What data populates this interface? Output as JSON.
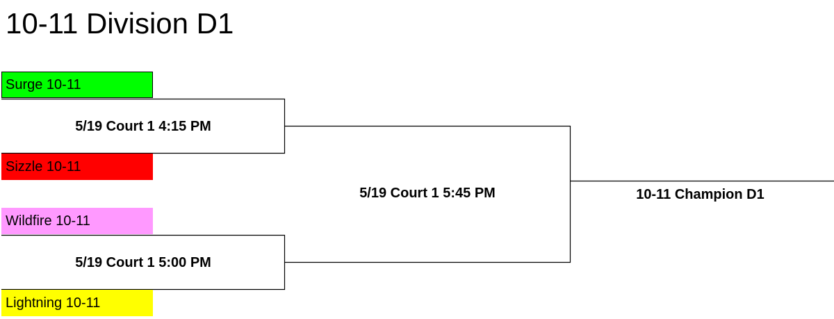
{
  "bracket": {
    "title": "10-11 Division D1",
    "teams": [
      {
        "name": "Surge 10-11",
        "color": "#00ff00"
      },
      {
        "name": "Sizzle 10-11",
        "color": "#ff0000"
      },
      {
        "name": "Wildfire 10-11",
        "color": "#ff99ff"
      },
      {
        "name": "Lightning 10-11",
        "color": "#ffff00"
      }
    ],
    "games": {
      "semifinal_1": "5/19 Court 1 4:15 PM",
      "semifinal_2": "5/19 Court 1 5:00 PM",
      "final": "5/19 Court 1 5:45 PM",
      "champion": "10-11 Champion D1"
    }
  }
}
